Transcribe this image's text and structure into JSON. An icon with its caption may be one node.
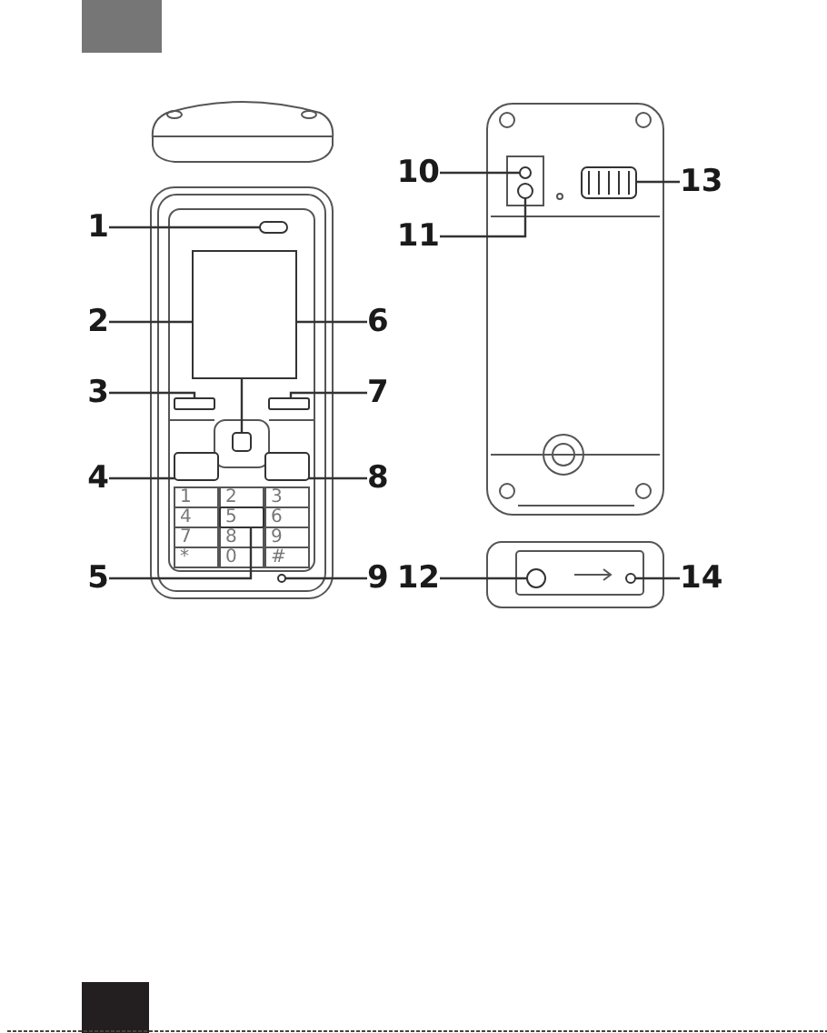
{
  "diagram": {
    "nodes": [
      {
        "text": [
          "1"
        ]
      },
      {
        "text": [
          "2"
        ]
      },
      {
        "text": [
          "3"
        ]
      },
      {
        "text": [
          "4"
        ]
      },
      {
        "text": [
          "5"
        ]
      },
      {
        "text": [
          "6"
        ]
      },
      {
        "text": [
          "7"
        ]
      },
      {
        "text": [
          "8"
        ]
      },
      {
        "text": [
          "9"
        ]
      },
      {
        "text": [
          "10"
        ]
      },
      {
        "text": [
          "11"
        ]
      },
      {
        "text": [
          "12"
        ]
      },
      {
        "text": [
          "13"
        ]
      },
      {
        "text": [
          "14"
        ]
      },
      {
        "text": [],
        "shape": "box"
      },
      {
        "text": [],
        "shape": "box"
      },
      {
        "text": [],
        "shape": "box"
      },
      {
        "text": [],
        "shape": "box"
      },
      {
        "text": [],
        "shape": "box"
      },
      {
        "text": [],
        "shape": "box"
      },
      {
        "text": [],
        "shape": "box"
      },
      {
        "text": [],
        "shape": "box"
      },
      {
        "text": [],
        "shape": "circle"
      },
      {
        "text": [],
        "shape": "circle"
      },
      {
        "text": [],
        "shape": "circle"
      },
      {
        "text": [],
        "shape": "circle"
      },
      {
        "text": [],
        "shape": "box"
      },
      {
        "text": [],
        "shape": "circle"
      }
    ],
    "edges": [
      {
        "from": 0,
        "to": 14,
        "arrow": "none"
      },
      {
        "from": 1,
        "to": 15,
        "arrow": "none"
      },
      {
        "from": 2,
        "to": 16,
        "arrow": "none"
      },
      {
        "from": 3,
        "to": 17,
        "arrow": "none"
      },
      {
        "from": 4,
        "to": 18,
        "arrow": "none"
      },
      {
        "from": 5,
        "to": 19,
        "arrow": "none"
      },
      {
        "from": 6,
        "to": 20,
        "arrow": "none"
      },
      {
        "from": 7,
        "to": 21,
        "arrow": "none"
      },
      {
        "from": 8,
        "to": 22,
        "arrow": "none"
      },
      {
        "from": 9,
        "to": 23,
        "arrow": "none"
      },
      {
        "from": 10,
        "to": 24,
        "arrow": "none"
      },
      {
        "from": 11,
        "to": 25,
        "arrow": "none"
      },
      {
        "from": 12,
        "to": 26,
        "arrow": "none"
      },
      {
        "from": 13,
        "to": 27,
        "arrow": "none"
      }
    ],
    "labels": [
      "1",
      "2",
      "3",
      "4",
      "5",
      "6",
      "7",
      "8",
      "9",
      "*",
      "0",
      "#"
    ]
  }
}
